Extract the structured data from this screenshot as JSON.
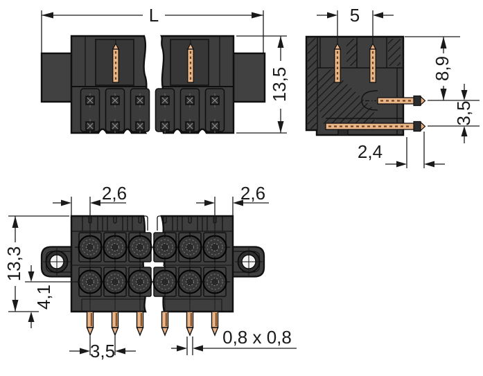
{
  "document": {
    "type": "technical dimensional drawing",
    "component": "dual-row PCB male header connector with solder pins and mounting flanges",
    "views": [
      "side view with break (variable length)",
      "sectional end view",
      "front view with mounting flanges"
    ]
  },
  "dimensions": {
    "overall_length": "L",
    "housing_height": "13,5",
    "mating_pin_spacing": "5",
    "pin_depth_from_top": "8,9",
    "row_offset_side": "3,5",
    "pin_protrusion": "2,4",
    "edge_to_first_pin": "2,6",
    "last_pin_to_edge": "2,6",
    "front_height": "13,3",
    "lower_row_to_bottom": "4,1",
    "pin_pitch": "3,5",
    "pin_cross_section": "0,8 x 0,8"
  },
  "colors": {
    "background": "#ffffff",
    "housing": "#3e3e3e",
    "copper_pin": "#e7b288",
    "dimension_lines": "#1a1a1a"
  }
}
